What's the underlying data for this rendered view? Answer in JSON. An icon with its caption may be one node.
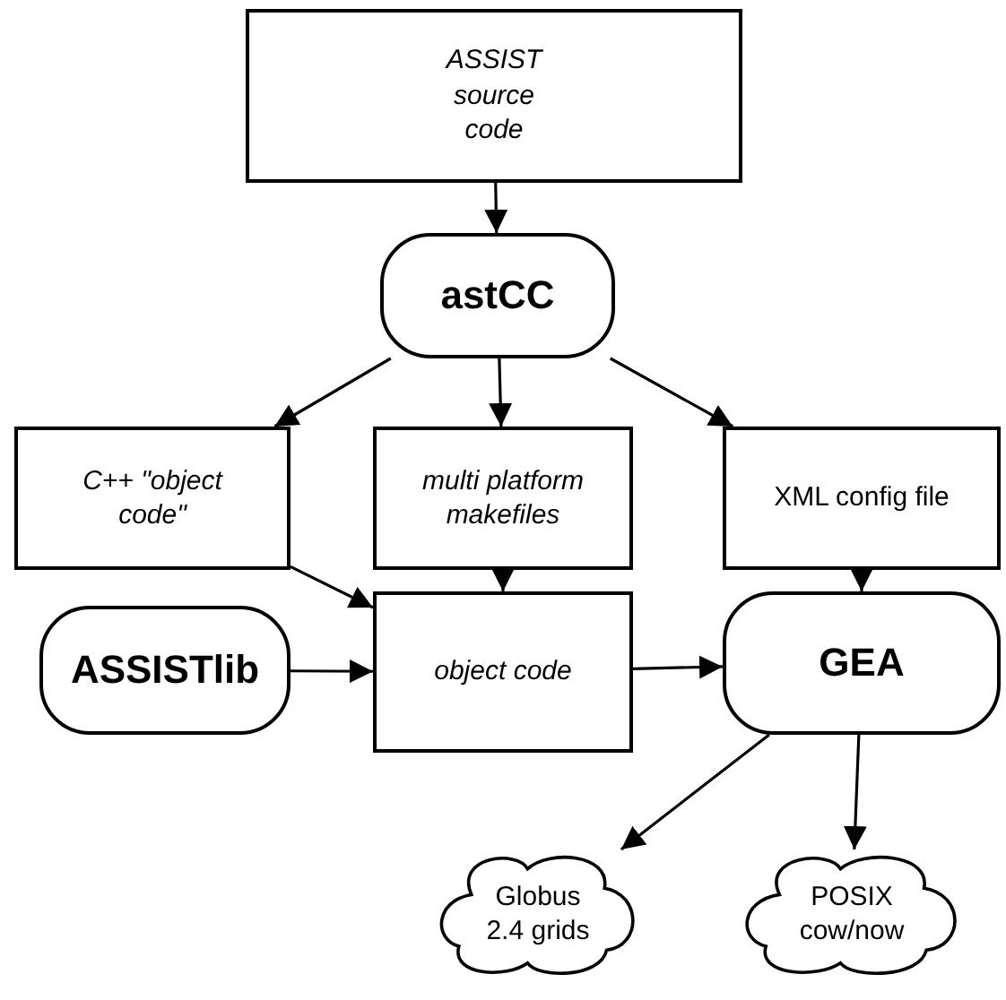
{
  "diagram": {
    "nodes": [
      {
        "text": [
          "ASSIST source code"
        ]
      },
      {
        "text": [
          "astCC"
        ]
      },
      {
        "text": [
          "C++ \"object code\""
        ]
      },
      {
        "text": [
          "multi platform makefiles"
        ]
      },
      {
        "text": [
          "XML config file"
        ]
      },
      {
        "text": [
          "ASSISTlib"
        ]
      },
      {
        "text": [
          "object code"
        ]
      },
      {
        "text": [
          "GEA"
        ]
      },
      {
        "text": [
          "Globus 2.4 grids"
        ]
      },
      {
        "text": [
          "POSIX cow/now"
        ]
      }
    ],
    "edges": [
      {
        "from": 0,
        "to": 1,
        "arrow": "to"
      },
      {
        "from": 1,
        "to": 2,
        "arrow": "to"
      },
      {
        "from": 1,
        "to": 3,
        "arrow": "to"
      },
      {
        "from": 1,
        "to": 4,
        "arrow": "to"
      },
      {
        "from": 2,
        "to": 6,
        "arrow": "to"
      },
      {
        "from": 3,
        "to": 6,
        "arrow": "to"
      },
      {
        "from": 4,
        "to": 7,
        "arrow": "to"
      },
      {
        "from": 5,
        "to": 6,
        "arrow": "to"
      },
      {
        "from": 6,
        "to": 7,
        "arrow": "to"
      },
      {
        "from": 7,
        "to": 8,
        "arrow": "to"
      },
      {
        "from": 7,
        "to": 9,
        "arrow": "to"
      }
    ]
  }
}
